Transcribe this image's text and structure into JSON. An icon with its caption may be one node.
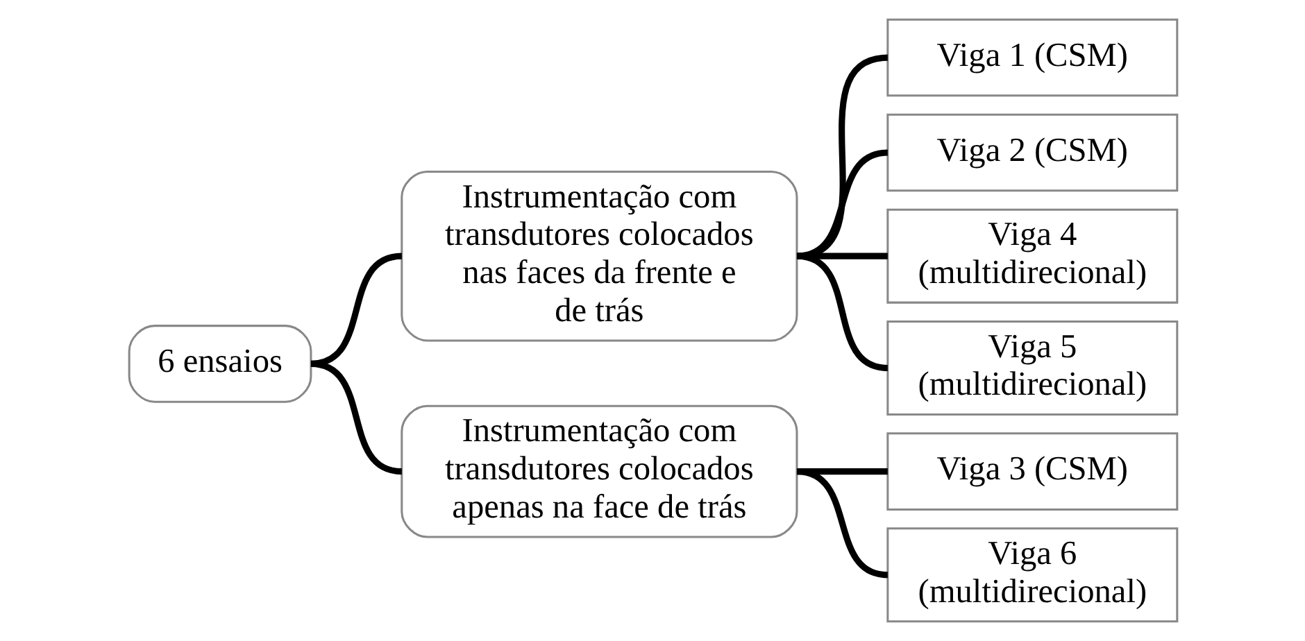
{
  "diagram": {
    "nodes": [
      {
        "text": [
          "6 ensaios"
        ]
      },
      {
        "text": [
          "Instrumentação com transdutores colocados nas faces da frente e de trás"
        ]
      },
      {
        "text": [
          "Viga 1 (CSM)"
        ]
      },
      {
        "text": [
          "Viga 2 (CSM)"
        ]
      },
      {
        "text": [
          "Viga 4 (multidirecional)"
        ]
      },
      {
        "text": [
          "Viga 5 (multidirecional)"
        ]
      },
      {
        "text": [
          "Instrumentação com transdutores colocados apenas na face de trás"
        ]
      },
      {
        "text": [
          "Viga 3 (CSM)"
        ]
      },
      {
        "text": [
          "Viga 6 (multidirecional)"
        ]
      }
    ],
    "edges": [
      {
        "from": 0,
        "to": 1,
        "arrow": "none"
      },
      {
        "from": 1,
        "to": 2,
        "arrow": "none"
      },
      {
        "from": 1,
        "to": 3,
        "arrow": "none"
      },
      {
        "from": 1,
        "to": 4,
        "arrow": "none"
      },
      {
        "from": 1,
        "to": 5,
        "arrow": "none"
      },
      {
        "from": 0,
        "to": 6,
        "arrow": "none"
      },
      {
        "from": 6,
        "to": 7,
        "arrow": "none"
      },
      {
        "from": 6,
        "to": 8,
        "arrow": "none"
      }
    ]
  }
}
